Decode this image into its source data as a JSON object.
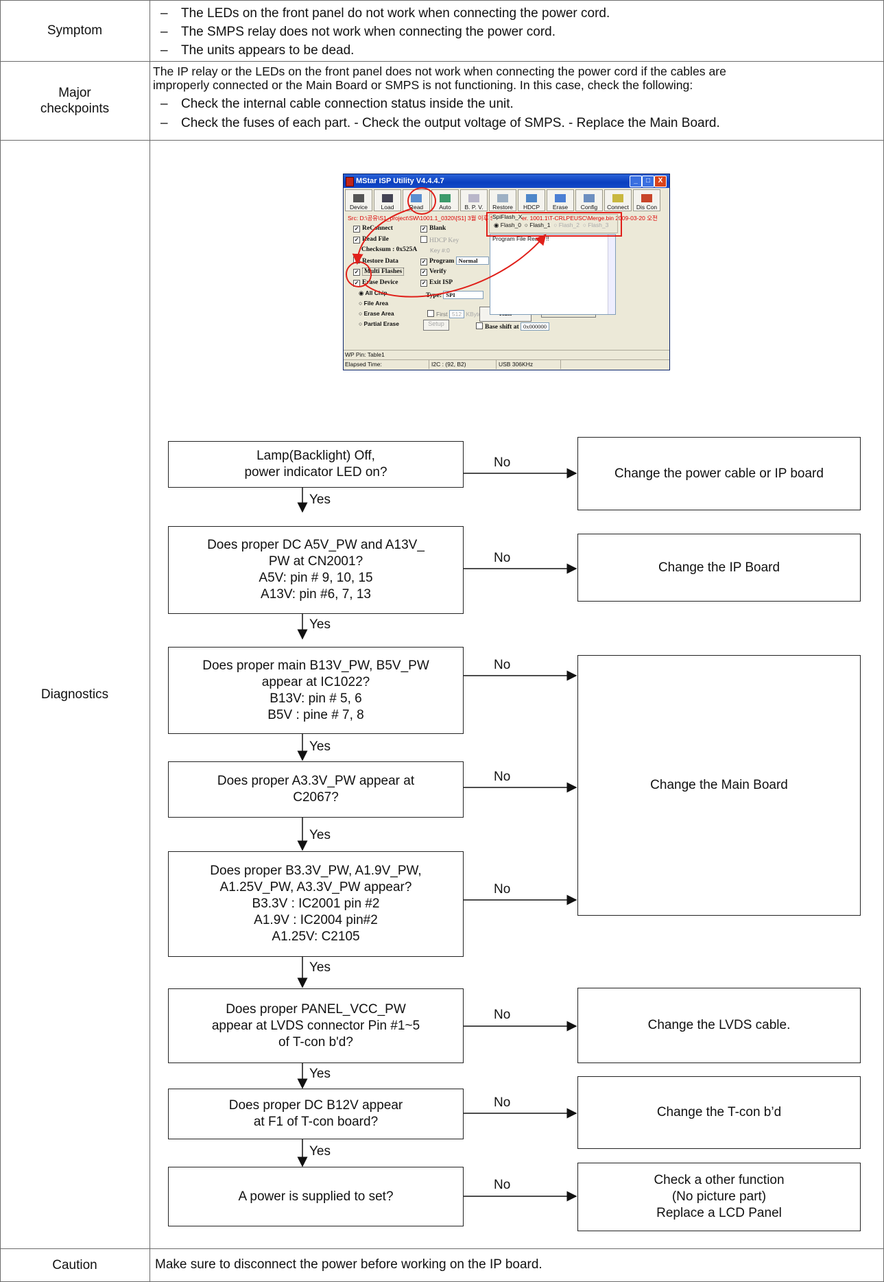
{
  "rows": {
    "symptom": {
      "label": "Symptom",
      "bullets": [
        "The LEDs on the front panel do not work when connecting the power cord.",
        "The SMPS relay does not work when connecting the power cord.",
        "The units appears to be dead."
      ]
    },
    "major": {
      "label_line1": "Major",
      "label_line2": "checkpoints",
      "para_line1": "The IP relay or the LEDs on the front panel does not work when connecting the power cord if the cables are",
      "para_line2": "improperly connected or the Main Board or SMPS is not functioning. In this case, check the following:",
      "bullets": [
        "Check the internal cable connection status inside the unit.",
        "Check the fuses of each part. - Check the output voltage of SMPS. - Replace the Main Board."
      ]
    },
    "diagnostics": {
      "label": "Diagnostics"
    },
    "caution": {
      "label": "Caution",
      "text": "Make sure to disconnect the power before working on the IP board."
    },
    "bullet_dash": "–"
  },
  "screenshot": {
    "title": "MStar ISP Utility V4.4.4.7",
    "window_buttons": [
      "_",
      "□",
      "X"
    ],
    "toolbar": [
      "Device",
      "Load",
      "Read",
      "Auto",
      "B. P. V.",
      "Restore",
      "HDCP",
      "Erase",
      "Config",
      "Connect",
      "Dis Con"
    ],
    "source_path": "Src: D:\\공유\\S1_project\\SW\\1001.1_0320\\[S1] 3월 이후 S1 SS B'd\\Ver. 1001.1\\T-CRLPEUSC\\Merge.bin 2009-03-20 오전",
    "options_left": [
      "ReConnect",
      "Read File",
      "Checksum : 0x525A",
      "Restore Data",
      "Multi Flashes",
      "Erase Device"
    ],
    "options_mid": [
      "Blank",
      "HDCP Key",
      "Key #:0",
      "Program",
      "Verify",
      "Exit ISP"
    ],
    "program_mode": "Normal",
    "type_label": "Type:",
    "type_value": "SPI",
    "erase_modes": [
      "All Chip",
      "File Area",
      "Erase Area",
      "Partial Erase"
    ],
    "first_label": "First",
    "first_value": "512",
    "kbytes": "KBytes",
    "setup": "Setup",
    "run": "Run",
    "base_shift_label": "Base shift at",
    "base_shift_value": "0x000000",
    "group_title": "SpiFlash_X",
    "flash_options": [
      "Flash_0",
      "Flash_1",
      "Flash_2",
      "Flash_3"
    ],
    "log_text": "Program File Ready !!",
    "wp_pin": "WP Pin: Table1",
    "elapsed": "Elapsed Time:",
    "i2c": "I2C : (92, B2)",
    "usb": "USB  306KHz"
  },
  "flowchart": {
    "yes": "Yes",
    "no": "No",
    "questions": [
      [
        "Lamp(Backlight) Off,",
        "power indicator LED on?"
      ],
      [
        "Does proper DC A5V_PW and A13V_",
        "PW at CN2001?",
        "A5V: pin # 9, 10, 15",
        "A13V: pin #6, 7, 13"
      ],
      [
        "Does proper main B13V_PW, B5V_PW",
        "appear at IC1022?",
        "B13V: pin # 5, 6",
        "B5V : pine # 7, 8"
      ],
      [
        "Does proper A3.3V_PW appear at",
        "C2067?"
      ],
      [
        "Does proper B3.3V_PW, A1.9V_PW,",
        "A1.25V_PW, A3.3V_PW appear?",
        "B3.3V : IC2001 pin #2",
        "A1.9V : IC2004 pin#2",
        "A1.25V: C2105"
      ],
      [
        "Does proper PANEL_VCC_PW",
        "appear at LVDS connector Pin #1~5",
        "of T-con b'd?"
      ],
      [
        "Does proper DC B12V appear",
        "at F1 of T-con board?"
      ],
      [
        "A power is supplied to set?"
      ]
    ],
    "actions": [
      [
        "Change the power cable or IP board"
      ],
      [
        "Change the IP Board"
      ],
      [
        "Change the Main Board"
      ],
      [
        "Change the LVDS cable."
      ],
      [
        "Change the T-con b’d"
      ],
      [
        "Check a other function",
        "(No picture part)",
        "Replace a LCD Panel"
      ]
    ]
  },
  "colors": {
    "border": "#6b6b6b",
    "highlight": "#e0201a",
    "titlebar": "#0a3fbf"
  }
}
